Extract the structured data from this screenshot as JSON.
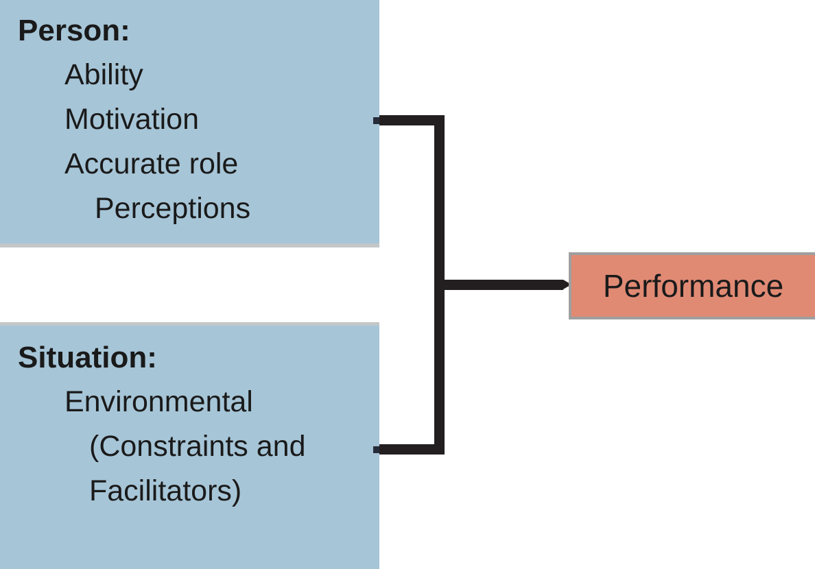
{
  "diagram": {
    "person": {
      "heading": "Person:",
      "items": [
        "Ability",
        "Motivation",
        "Accurate role",
        "Perceptions"
      ]
    },
    "situation": {
      "heading": "Situation:",
      "items": [
        "Environmental",
        "(Constraints and",
        "Facilitators)"
      ]
    },
    "performance": {
      "label": "Performance"
    }
  },
  "colors": {
    "box_blue": "#a6c5d7",
    "box_salmon": "#e08a74",
    "box_border_gray": "#c3c7c8",
    "performance_border": "#9f9f9f",
    "connector_black": "#231f20",
    "text_black": "#1a1a1a"
  }
}
